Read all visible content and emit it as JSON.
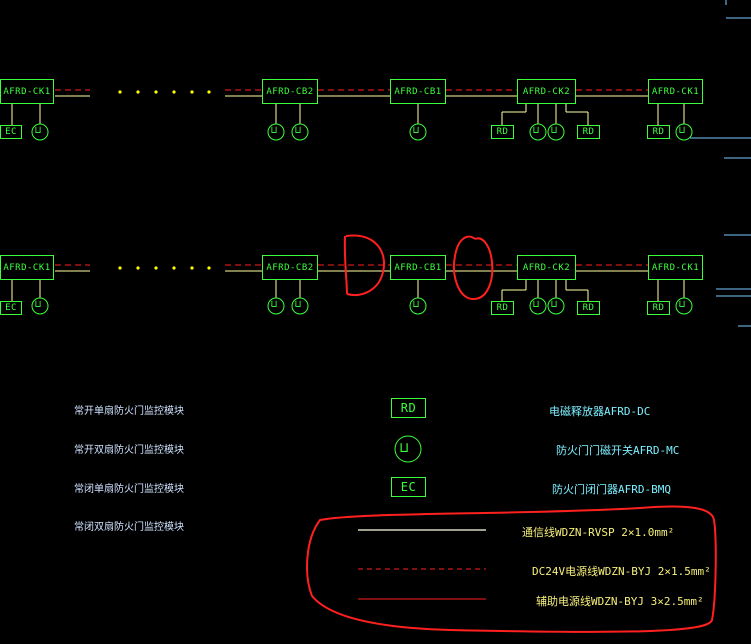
{
  "modules": {
    "ck1": "AFRD-CK1",
    "cb2": "AFRD-CB2",
    "cb1": "AFRD-CB1",
    "ck2": "AFRD-CK2"
  },
  "devices": {
    "rd": "RD",
    "ec": "EC",
    "mc_glyph": "⊔"
  },
  "legend": {
    "left": [
      "常开单扇防火门监控模块",
      "常开双扇防火门监控模块",
      "常闭单扇防火门监控模块",
      "常闭双扇防火门监控模块"
    ],
    "rd_label": "RD",
    "ec_label": "EC",
    "rd_desc": "电磁释放器AFRD-DC",
    "mc_desc": "防火门门磁开关AFRD-MC",
    "ec_desc": "防火门闭门器AFRD-BMQ",
    "line1": "通信线WDZN-RVSP 2×1.0mm²",
    "line2": "DC24V电源线WDZN-BYJ 2×1.5mm²",
    "line3": "辅助电源线WDZN-BYJ 3×2.5mm²"
  },
  "colors": {
    "module": "#3cff3c",
    "signal": "#ffffa0",
    "power": "#ff2020",
    "annotation": "#ff2020"
  }
}
